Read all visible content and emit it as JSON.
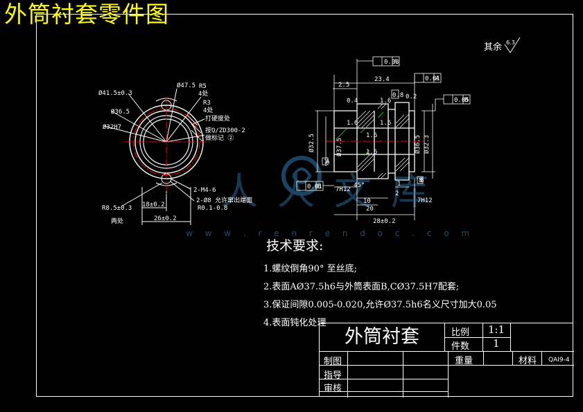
{
  "page": {
    "title": "外筒衬套零件图"
  },
  "roughness": {
    "label": "其余",
    "value": "6.3"
  },
  "left_view": {
    "labels": {
      "d_outer": "Ø41.5±0.3",
      "d47": "Ø47.5",
      "r5": "R5",
      "r5_count": "4处",
      "r3": "R3",
      "r3_count": "4处",
      "d36": "Ø36.5",
      "d32": "Ø32H7",
      "hard": "打硬度处",
      "mark": "按Q/ZD300-2",
      "mark2": "做标记 ②",
      "thread": "2-M4-6",
      "hole": "2-Ø8 允许窜出端面",
      "hole2": "R0.1-0.8",
      "r8": "R8.5±0.3",
      "r8_count": "两处",
      "dim18": "18±0.2",
      "dim26": "26±0.2"
    }
  },
  "section_view": {
    "labels": {
      "tol1": "0.03",
      "tol1_ref": "A",
      "tol2": "0.01",
      "tol2_ref": "A",
      "tol3": "0.05",
      "tol3_ref": "B",
      "tol4": "0.01",
      "tol4_ref": "B",
      "len234": "23.4",
      "dim2_5": "2.5",
      "r0_4": "0.4",
      "r1_6a": "1.6",
      "r1_6b": "1.6",
      "r1_6c": "1.6",
      "r1_6d": "1.6",
      "r0_8": "0.8",
      "r1_6e": "1.6",
      "r0_2": "0.2",
      "d32_5": "Ø32.5",
      "d37_5": "Ø37.5",
      "d36_5": "Ø36.5",
      "d32_3": "Ø32.3",
      "a": "A",
      "b": "B",
      "h7h12a": "7H12",
      "h7h12b": "7H12",
      "dim10": "10",
      "dim20": "20",
      "dim2": "2",
      "dim28": "28±0.2",
      "e45": "45°",
      "s1": "1",
      "s2": "1",
      "s3": "8"
    }
  },
  "tech_requirements": {
    "heading": "技术要求:",
    "items": [
      "1.螺纹倒角90° 至丝底;",
      "2.表面AØ37.5h6与外筒表面B,CØ37.5H7配套;",
      "3.保证间隙0.005-0.020,允许Ø37.5h6名义尺寸加大0.05",
      "4.表面钝化处理"
    ]
  },
  "title_block": {
    "part_name": "外筒衬套",
    "scale_label": "比例",
    "scale_value": "1:1",
    "qty_label": "件数",
    "qty_value": "1",
    "weight_label": "重量",
    "material_label": "材料",
    "drawing_no": "QAI9-4",
    "drawn_label": "制图",
    "guide_label": "指导",
    "review_label": "审核"
  },
  "watermark": {
    "text": "人人文库",
    "url": "w w w . r e n r e n d o c . c o m"
  },
  "colors": {
    "background": "#000000",
    "line": "#ffffff",
    "title": "#ffff00",
    "center": "#ff0000",
    "dim_green": "#00ff00",
    "watermark": "#1f4e6e"
  }
}
